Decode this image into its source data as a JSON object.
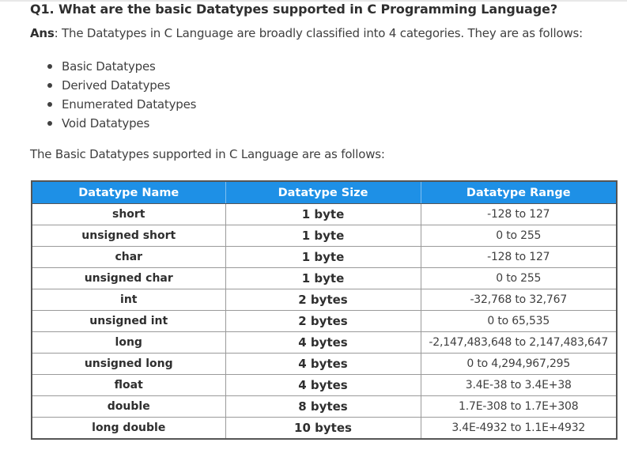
{
  "question": "Q1. What are the basic Datatypes supported in C Programming Language?",
  "answer": {
    "label": "Ans",
    "text": ": The Datatypes in C Language are broadly classified into 4 categories. They are as follows:"
  },
  "categories": [
    "Basic Datatypes",
    "Derived Datatypes",
    "Enumerated Datatypes",
    "Void Datatypes"
  ],
  "intro": "The Basic Datatypes supported in C Language are as follows:",
  "table": {
    "header_color": "#1e90e6",
    "headers": [
      "Datatype Name",
      "Datatype Size",
      "Datatype Range"
    ],
    "rows": [
      [
        "short",
        "1 byte",
        "-128 to 127"
      ],
      [
        "unsigned short",
        "1 byte",
        "0 to 255"
      ],
      [
        "char",
        "1 byte",
        "-128 to 127"
      ],
      [
        "unsigned char",
        "1 byte",
        "0 to 255"
      ],
      [
        "int",
        "2 bytes",
        "-32,768 to 32,767"
      ],
      [
        "unsigned int",
        "2 bytes",
        "0 to 65,535"
      ],
      [
        "long",
        "4 bytes",
        "-2,147,483,648 to 2,147,483,647"
      ],
      [
        "unsigned long",
        "4 bytes",
        "0 to 4,294,967,295"
      ],
      [
        "float",
        "4 bytes",
        "3.4E-38 to 3.4E+38"
      ],
      [
        "double",
        "8 bytes",
        "1.7E-308 to 1.7E+308"
      ],
      [
        "long double",
        "10 bytes",
        "3.4E-4932 to 1.1E+4932"
      ]
    ]
  }
}
